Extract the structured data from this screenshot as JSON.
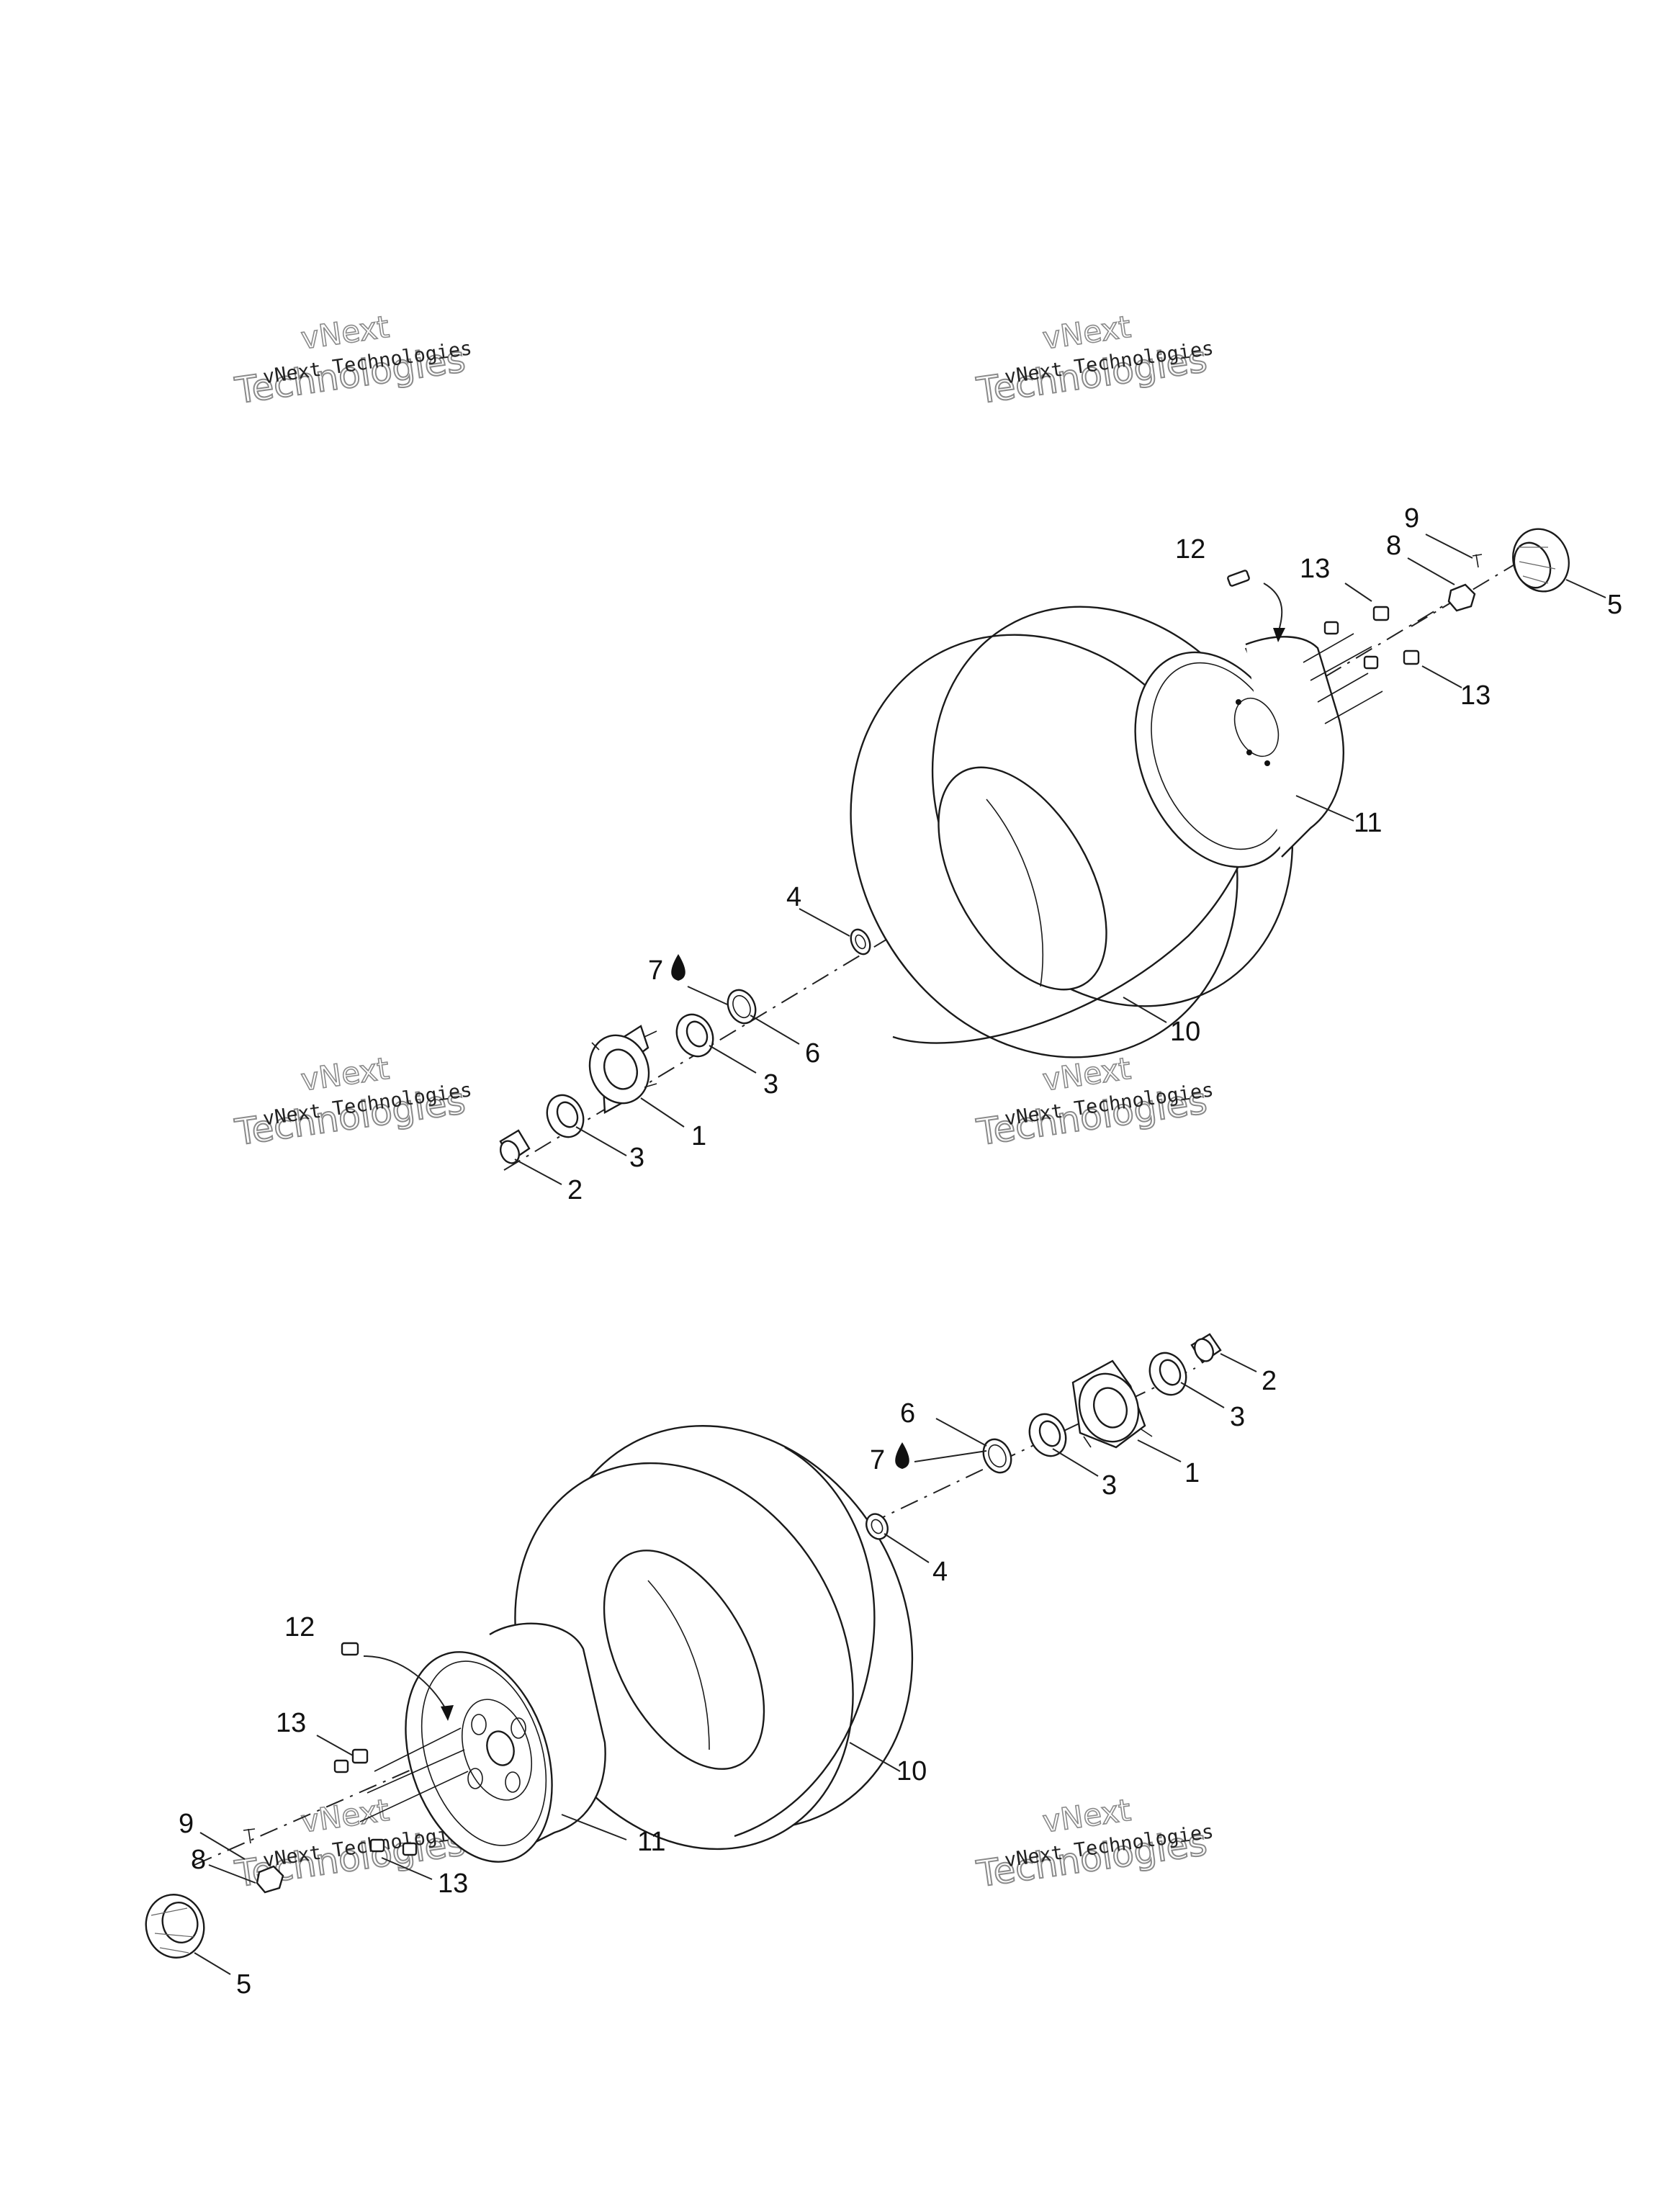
{
  "watermark": {
    "line1": "vNext",
    "line2": "vNext Technologies",
    "line3": "Technologies"
  },
  "upper_assembly": {
    "callouts": {
      "c1": "1",
      "c2": "2",
      "c3a": "3",
      "c3b": "3",
      "c4": "4",
      "c5": "5",
      "c6": "6",
      "c7": "7",
      "c8": "8",
      "c9": "9",
      "c10": "10",
      "c11": "11",
      "c12": "12",
      "c13a": "13",
      "c13b": "13"
    }
  },
  "lower_assembly": {
    "callouts": {
      "c1": "1",
      "c2": "2",
      "c3a": "3",
      "c3b": "3",
      "c4": "4",
      "c5": "5",
      "c6": "6",
      "c7": "7",
      "c8": "8",
      "c9": "9",
      "c10": "10",
      "c11": "11",
      "c12": "12",
      "c13a": "13",
      "c13b": "13"
    }
  }
}
